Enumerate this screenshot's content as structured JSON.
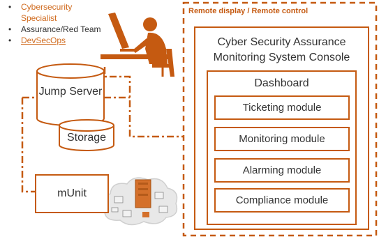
{
  "roles": [
    "Cybersecurity Specialist",
    "Assurance/Red Team",
    "DevSecOps"
  ],
  "remote_panel": {
    "title": "Remote display / Remote control",
    "console": {
      "title": "Cyber Security Assurance Monitoring System Console",
      "dashboard": {
        "title": "Dashboard",
        "modules": [
          "Ticketing module",
          "Monitoring module",
          "Alarming module",
          "Compliance module"
        ]
      }
    }
  },
  "jump_server_label": "Jump Server",
  "storage_label": "Storage",
  "munit_label": "mUnit",
  "colors": {
    "accent": "#c55a11",
    "role_highlight": "#d06b1f",
    "text": "#333333"
  },
  "icons": [
    "operator-at-computer-icon",
    "network-cloud-icon",
    "server-cylinder-icon",
    "storage-cylinder-icon"
  ]
}
